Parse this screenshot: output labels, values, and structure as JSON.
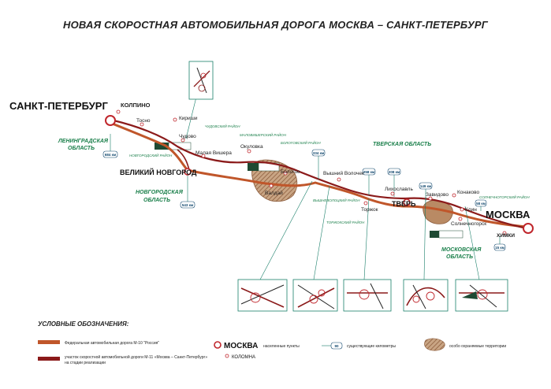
{
  "title": "НОВАЯ СКОРОСТНАЯ АВТОМОБИЛЬНАЯ ДОРОГА МОСКВА – САНКТ-ПЕТЕРБУРГ",
  "colors": {
    "route_m10": "#c0562a",
    "route_m11": "#8b1a1a",
    "city_ring": "#c0262c",
    "teal": "#1a7f6a",
    "zone_fill": "#c9a584",
    "zone_hatch": "#8a5a3a"
  },
  "cities_major": {
    "spb": "САНКТ-ПЕТЕРБУРГ",
    "moscow": "МОСКВА",
    "novgorod": "ВЕЛИКИЙ НОВГОРОД",
    "tver": "ТВЕРЬ"
  },
  "cities": {
    "kolpino": "КОЛПИНО",
    "tosno": "Тосно",
    "kirishi": "Кириши",
    "chudovo": "Чудово",
    "malaya_vishera": "Малая Вишера",
    "okulovka": "Окуловка",
    "valday": "Валдай",
    "bologoe": "Бологое",
    "vyshny_volochek": "Вышний Волочек",
    "torzhok": "Торжок",
    "likhoslavl": "Лихославль",
    "zavidovo": "Завидово",
    "konakovo": "Конаково",
    "klin": "Клин",
    "solnechnogorsk": "Солнечногорск",
    "khimki": "ХИМКИ"
  },
  "regions": {
    "leningrad_1": "ЛЕНИНГРАДСКАЯ",
    "leningrad_2": "ОБЛАСТЬ",
    "novgorod_1": "НОВГОРОДСКАЯ",
    "novgorod_2": "ОБЛАСТЬ",
    "tver": "ТВЕРСКАЯ ОБЛАСТЬ",
    "moscow_1": "МОСКОВСКАЯ",
    "moscow_2": "ОБЛАСТЬ"
  },
  "districts": {
    "chudovsky": "ЧУДОВСКИЙ РАЙОН",
    "malovishersky": "МАЛОВИШЕРСКИЙ РАЙОН",
    "novgorodsky": "НОВГОРОДСКИЙ РАЙОН",
    "bologovsky": "БОЛОГОВСКИЙ РАЙОН",
    "vyshnevolotsky": "ВЫШНЕВОЛОЦКИЙ РАЙОН",
    "torzhoksky": "ТОРЖОКСКИЙ РАЙОН",
    "solnechnogorsky": "СОЛНЕЧНОГОРСКИЙ РАЙОН"
  },
  "km_markers": {
    "k684": "684 км",
    "k543": "543 км",
    "k334": "334 км",
    "k258": "258 км",
    "k208": "208 км",
    "k149": "149 км",
    "k58": "58 км",
    "k15": "15 км"
  },
  "legend": {
    "heading": "УСЛОВНЫЕ ОБОЗНАЧЕНИЯ:",
    "m10": "Федеральная автомобильная дорога М-10 \"Россия\"",
    "m11_line1": "участок скоростной автомобильной дороги М-11 «Москва – Санкт-Петербург»",
    "m11_line2": "на стадии реализации",
    "sample_city_big": "МОСКВА",
    "sample_city_small": "КОЛОМНА",
    "settlements": "населенные пункты",
    "km_sample": "90",
    "interchanges": "существующие километры",
    "protected": "особо охраняемые территории"
  }
}
